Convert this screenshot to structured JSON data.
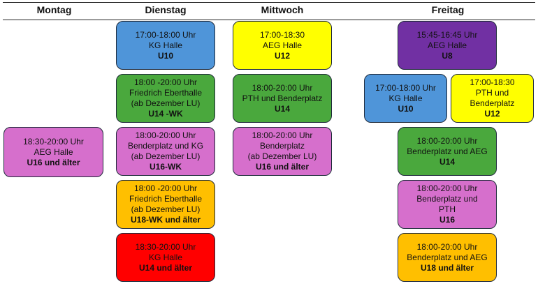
{
  "days": [
    "Montag",
    "Dienstag",
    "Mittwoch",
    "Freitag"
  ],
  "colors": {
    "blue": "#4f95d9",
    "yellow": "#ffff00",
    "green": "#4aa83d",
    "pink": "#d66fcc",
    "orange": "#ffbf00",
    "red": "#ff0000",
    "purple": "#7130a3"
  },
  "montag": [
    {
      "time": "18:30-20:00 Uhr",
      "place": "AEG Halle",
      "group": "U16 und älter"
    }
  ],
  "dienstag": [
    {
      "time": "17:00-18:00 Uhr",
      "place": "KG Halle",
      "group": "U10"
    },
    {
      "time": "18:00 -20:00 Uhr",
      "place": "Friedrich Eberthalle",
      "note": "(ab Dezember LU)",
      "group": "U14 -WK"
    },
    {
      "time": "18:00-20:00 Uhr",
      "place": "Benderplatz und KG",
      "note": "(ab Dezember LU)",
      "group": "U16-WK"
    },
    {
      "time": "18:00 -20:00 Uhr",
      "place": "Friedrich Eberthalle",
      "note": "(ab Dezember LU)",
      "group": "U18-WK und älter"
    },
    {
      "time": "18:30-20:00 Uhr",
      "place": "KG Halle",
      "group": "U14 und älter"
    }
  ],
  "mittwoch": [
    {
      "time": "17:00-18:30",
      "place": "AEG Halle",
      "group": "U12"
    },
    {
      "time": "18:00-20:00 Uhr",
      "place": "PTH und Benderplatz",
      "group": "U14"
    },
    {
      "time": "18:00-20:00 Uhr",
      "place": "Benderplatz",
      "note": "(ab Dezember LU)",
      "group": "U16 und älter"
    }
  ],
  "freitag": [
    {
      "time": "15:45-16:45 Uhr",
      "place": "AEG Halle",
      "group": "U8"
    },
    {
      "time": "17:00-18:00 Uhr",
      "place": "KG Halle",
      "group": "U10"
    },
    {
      "time": "17:00-18:30",
      "place": "PTH und",
      "note": "Benderplatz",
      "group": "U12"
    },
    {
      "time": "18:00-20:00 Uhr",
      "place": "Benderplatz und AEG",
      "group": "U14"
    },
    {
      "time": "18:00-20:00 Uhr",
      "place": "Benderplatz und",
      "note": "PTH",
      "group": "U16"
    },
    {
      "time": "18:00-20:00 Uhr",
      "place": "Benderplatz und AEG",
      "group": "U18 und älter"
    }
  ]
}
